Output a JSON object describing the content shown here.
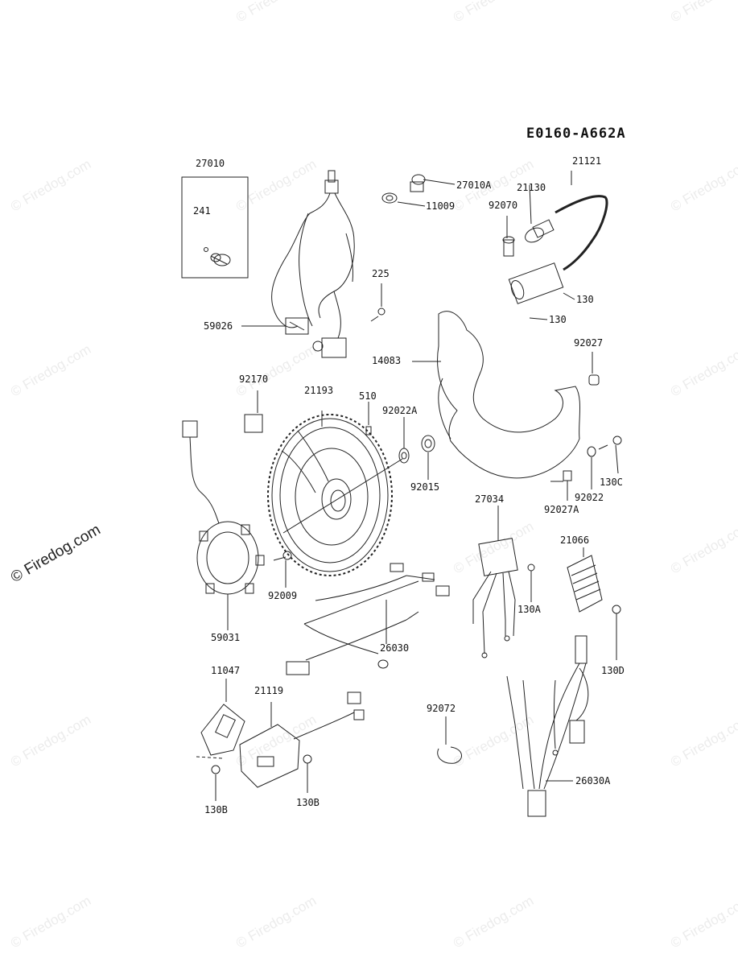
{
  "diagram_code": "E0160-A662A",
  "watermark": "© Firedog.com",
  "part_labels": {
    "p27010": "27010",
    "p241": "241",
    "p225": "225",
    "p59026": "59026",
    "p27010A": "27010A",
    "p11009": "11009",
    "p21121": "21121",
    "p21130": "21130",
    "p92070": "92070",
    "p130a": "130",
    "p130b": "130",
    "p14083": "14083",
    "p92027": "92027",
    "p92170": "92170",
    "p21193": "21193",
    "p510": "510",
    "p92022A": "92022A",
    "p92015": "92015",
    "p130C": "130C",
    "p92022": "92022",
    "p92027A": "92027A",
    "p27034": "27034",
    "p21066": "21066",
    "p130A": "130A",
    "p92009": "92009",
    "p59031": "59031",
    "p26030": "26030",
    "p130D": "130D",
    "p11047": "11047",
    "p21119": "21119",
    "p92072": "92072",
    "p26030A": "26030A",
    "p130B1": "130B",
    "p130B2": "130B"
  }
}
